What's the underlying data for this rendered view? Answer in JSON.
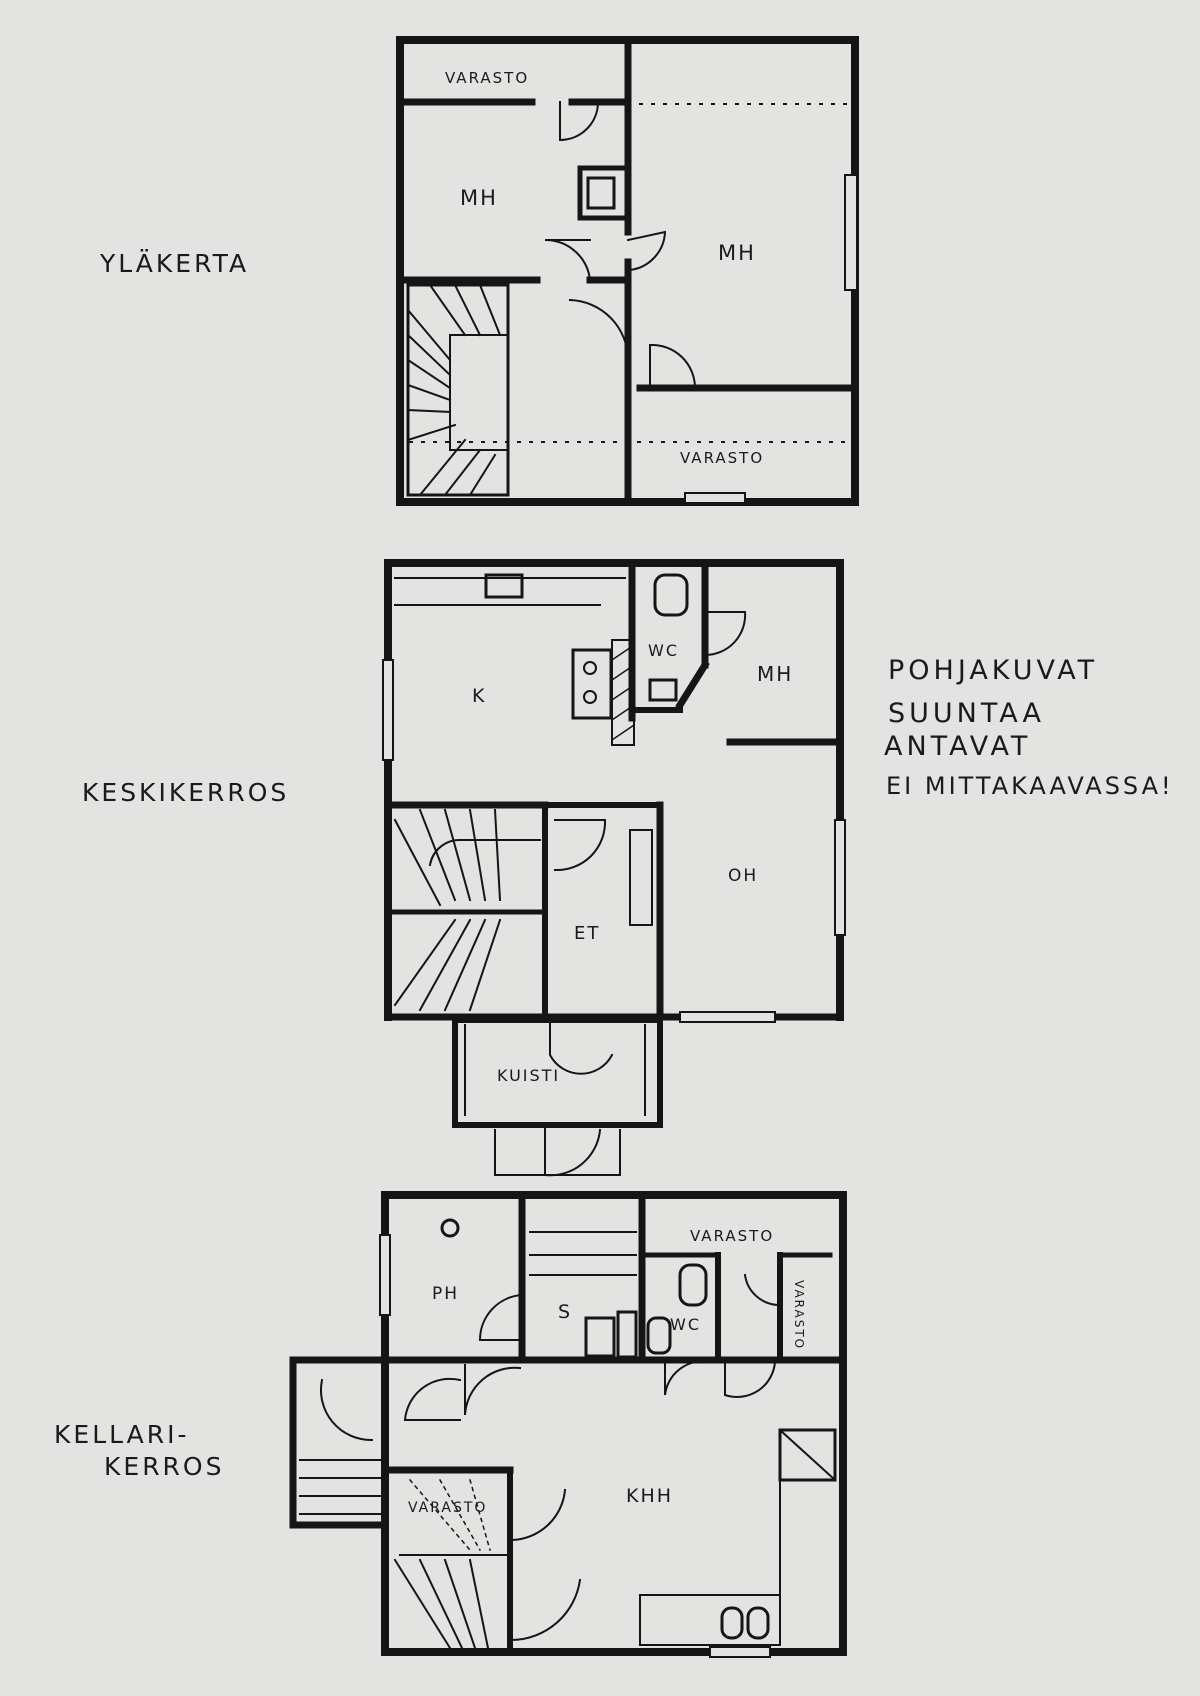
{
  "floor_labels": {
    "upper": "YLÄKERTA",
    "middle": "KESKIKERROS",
    "basement_line1": "KELLARI-",
    "basement_line2": "KERROS"
  },
  "note": {
    "line1": "POHJAKUVAT",
    "line2": "SUUNTAA",
    "line3": "ANTAVAT",
    "line4": "EI MITTAKAAVASSA!"
  },
  "rooms": {
    "upper": {
      "storage_top": "VARASTO",
      "bedroom_left": "MH",
      "bedroom_right": "MH",
      "storage_bottom": "VARASTO"
    },
    "middle": {
      "kitchen": "K",
      "wc": "WC",
      "bedroom": "MH",
      "living_room": "OH",
      "entrance_hall": "ET",
      "porch": "KUISTI"
    },
    "basement": {
      "washroom": "PH",
      "sauna": "S",
      "wc": "WC",
      "storage_top": "VARASTO",
      "storage_side": "VARASTO",
      "utility_room": "KHH",
      "storage_stair": "VARASTO"
    }
  }
}
